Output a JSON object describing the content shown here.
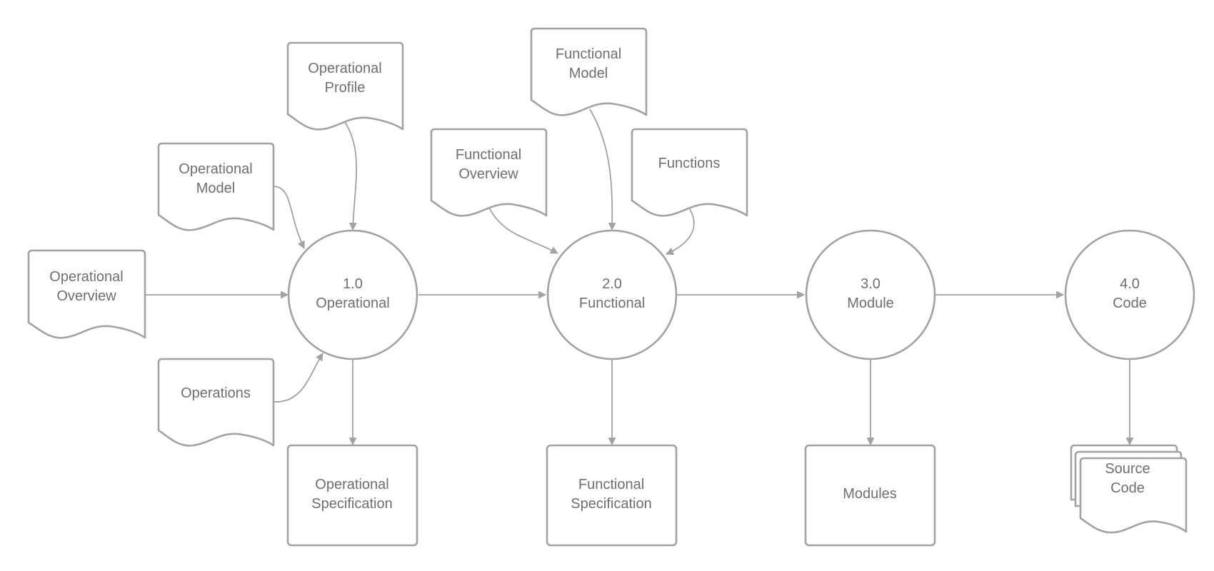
{
  "processes": [
    {
      "id": "p1",
      "lines": [
        "1.0",
        "Operational"
      ]
    },
    {
      "id": "p2",
      "lines": [
        "2.0",
        "Functional"
      ]
    },
    {
      "id": "p3",
      "lines": [
        "3.0",
        "Module"
      ]
    },
    {
      "id": "p4",
      "lines": [
        "4.0",
        "Code"
      ]
    }
  ],
  "inputs": [
    {
      "id": "op-overview",
      "lines": [
        "Operational",
        "Overview"
      ]
    },
    {
      "id": "op-model",
      "lines": [
        "Operational",
        "Model"
      ]
    },
    {
      "id": "op-profile",
      "lines": [
        "Operational",
        "Profile"
      ]
    },
    {
      "id": "operations",
      "lines": [
        "Operations"
      ]
    },
    {
      "id": "fn-overview",
      "lines": [
        "Functional",
        "Overview"
      ]
    },
    {
      "id": "fn-model",
      "lines": [
        "Functional",
        "Model"
      ]
    },
    {
      "id": "functions",
      "lines": [
        "Functions"
      ]
    }
  ],
  "outputs": [
    {
      "id": "op-spec",
      "lines": [
        "Operational",
        "Specification"
      ]
    },
    {
      "id": "fn-spec",
      "lines": [
        "Functional",
        "Specification"
      ]
    },
    {
      "id": "modules",
      "lines": [
        "Modules"
      ]
    },
    {
      "id": "source-code",
      "lines": [
        "Source",
        "Code"
      ]
    }
  ],
  "flows": [
    {
      "from": "op-overview",
      "to": "p1"
    },
    {
      "from": "op-model",
      "to": "p1"
    },
    {
      "from": "op-profile",
      "to": "p1"
    },
    {
      "from": "operations",
      "to": "p1"
    },
    {
      "from": "p1",
      "to": "p2"
    },
    {
      "from": "p1",
      "to": "op-spec"
    },
    {
      "from": "fn-overview",
      "to": "p2"
    },
    {
      "from": "fn-model",
      "to": "p2"
    },
    {
      "from": "functions",
      "to": "p2"
    },
    {
      "from": "p2",
      "to": "p3"
    },
    {
      "from": "p2",
      "to": "fn-spec"
    },
    {
      "from": "p3",
      "to": "p4"
    },
    {
      "from": "p3",
      "to": "modules"
    },
    {
      "from": "p4",
      "to": "source-code"
    }
  ],
  "colors": {
    "stroke": "#a2a2a2",
    "text": "#6f6f6f",
    "background": "#ffffff"
  }
}
